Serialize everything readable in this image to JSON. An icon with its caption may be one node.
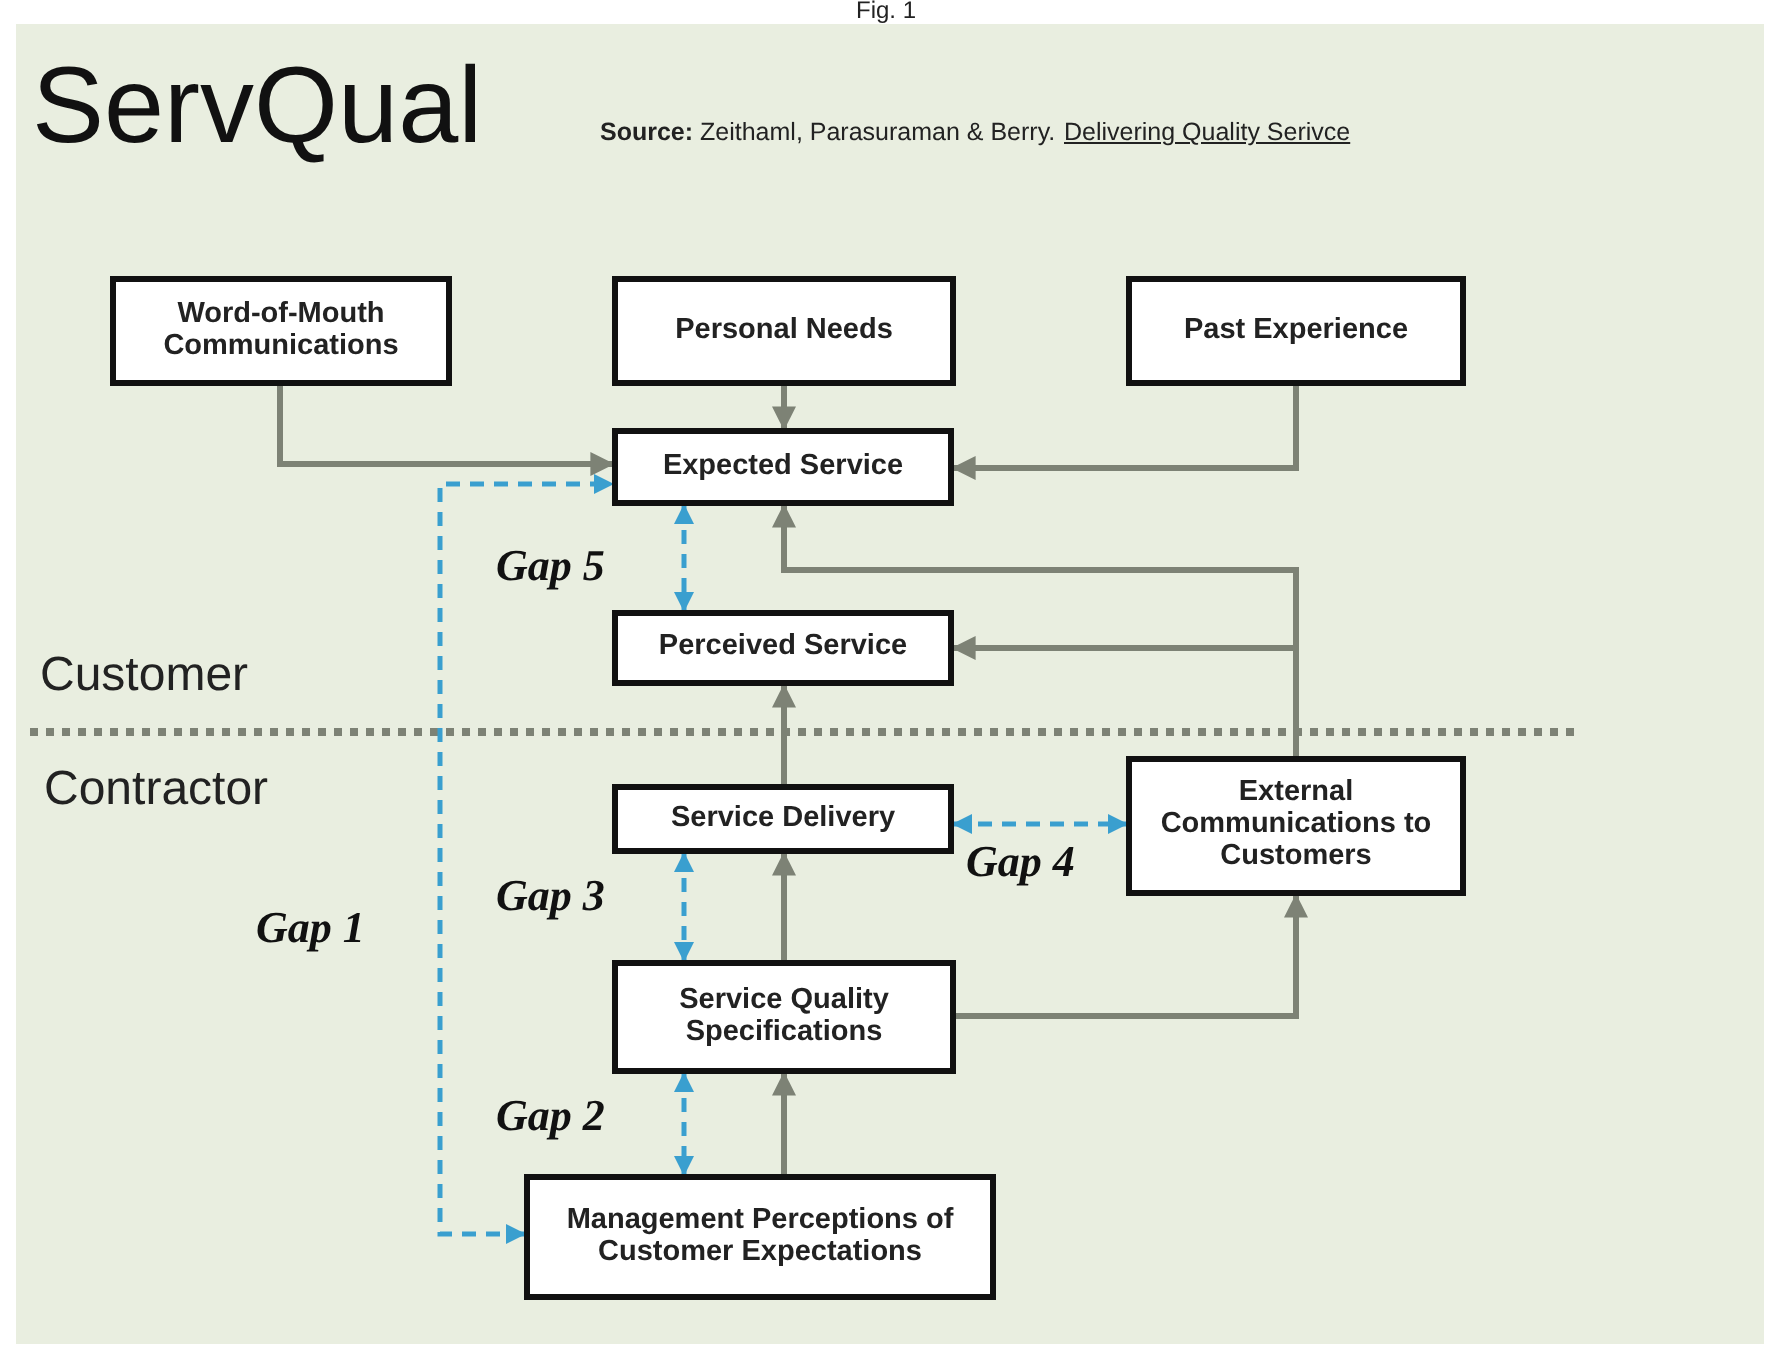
{
  "diagram": {
    "title": "ServQual",
    "nodes": [
      {
        "text": [
          "Word-of-Mouth Communications"
        ]
      },
      {
        "text": [
          "Personal Needs"
        ]
      },
      {
        "text": [
          "Past Experience"
        ]
      },
      {
        "text": [
          "Expected Service"
        ]
      },
      {
        "text": [
          "Perceived Service"
        ]
      },
      {
        "text": [
          "Service Delivery"
        ]
      },
      {
        "text": [
          "External Communications to Customers"
        ]
      },
      {
        "text": [
          "Service Quality Specifications"
        ]
      },
      {
        "text": [
          "Management Perceptions of Customer Expectations"
        ]
      }
    ],
    "edges": [
      {
        "from": 0,
        "to": 3,
        "arrow": "to"
      },
      {
        "from": 1,
        "to": 3,
        "arrow": "to"
      },
      {
        "from": 2,
        "to": 3,
        "arrow": "to"
      },
      {
        "from": 6,
        "to": 3,
        "arrow": "to"
      },
      {
        "from": 6,
        "to": 4,
        "arrow": "to"
      },
      {
        "from": 5,
        "to": 4,
        "arrow": "to"
      },
      {
        "from": 7,
        "to": 5,
        "arrow": "to"
      },
      {
        "from": 7,
        "to": 6,
        "arrow": "to"
      },
      {
        "from": 8,
        "to": 7,
        "arrow": "to"
      },
      {
        "from": 8,
        "to": 3,
        "arrow": "both",
        "label": "Gap 1",
        "style": "dashed",
        "color": "#3a9fcf"
      },
      {
        "from": 3,
        "to": 4,
        "arrow": "both",
        "label": "Gap 5",
        "style": "dashed",
        "color": "#3a9fcf"
      },
      {
        "from": 5,
        "to": 7,
        "arrow": "both",
        "label": "Gap 3",
        "style": "dashed",
        "color": "#3a9fcf"
      },
      {
        "from": 7,
        "to": 8,
        "arrow": "both",
        "label": "Gap 2",
        "style": "dashed",
        "color": "#3a9fcf"
      },
      {
        "from": 5,
        "to": 6,
        "arrow": "both",
        "label": "Gap 4",
        "style": "dashed",
        "color": "#3a9fcf"
      }
    ],
    "labels": [
      "Fig. 1",
      "**Source:** Zeithaml, Parasuraman & Berry.",
      "Delivering Quality Serivce",
      "Customer",
      "Contractor"
    ]
  }
}
